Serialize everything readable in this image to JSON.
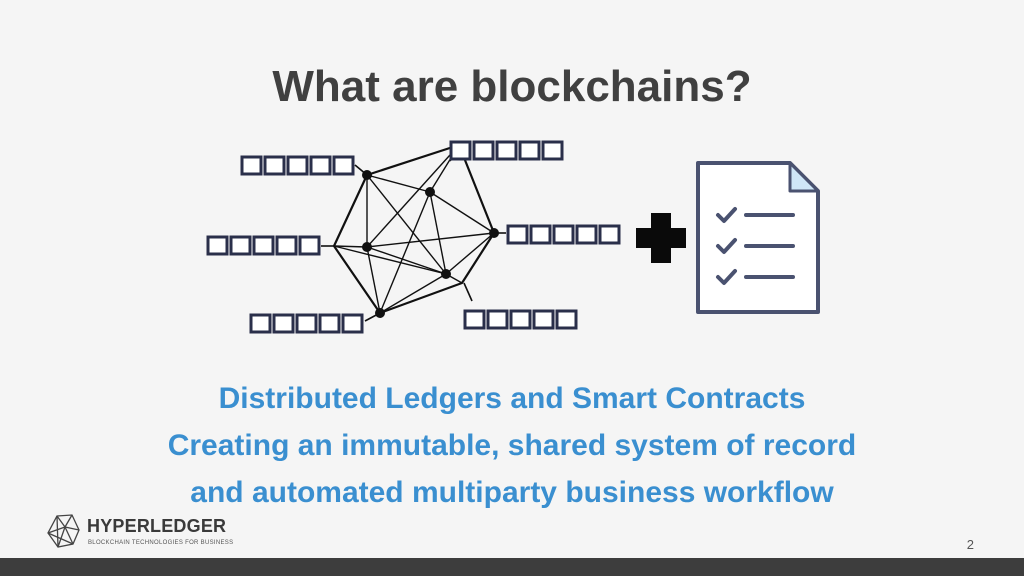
{
  "slide": {
    "title": "What are blockchains?",
    "lines": [
      "Distributed Ledgers and Smart Contracts",
      "Creating an immutable, shared system of record",
      "and automated multiparty business workflow"
    ],
    "page_number": "2"
  },
  "logo": {
    "name": "HYPERLEDGER",
    "tagline": "BLOCKCHAIN TECHNOLOGIES FOR BUSINESS"
  },
  "colors": {
    "title": "#404040",
    "accent": "#3a8fd0",
    "document_outline": "#4a5270",
    "document_fold": "#cfe6f7",
    "bottom_bar": "#3d3d3d"
  },
  "icons": {
    "network": "hexagonal-network-icon",
    "ledger": "ledger-chain-icon",
    "plus": "plus-icon",
    "contract": "checklist-document-icon",
    "logo": "hyperledger-logo-icon"
  }
}
